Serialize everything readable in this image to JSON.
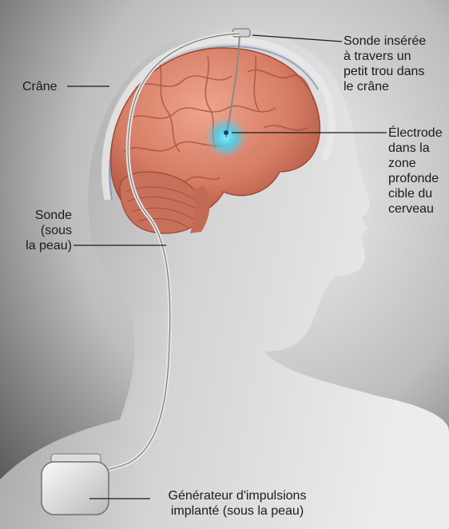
{
  "labels": {
    "sonde_inseree": "Sonde insérée\nà travers un\npetit trou dans\nle crâne",
    "electrode": "Électrode\ndans la\nzone\nprofonde\ncible du\ncerveau",
    "crane": "Crâne",
    "sonde_sous_peau": "Sonde\n(sous\nla peau)",
    "generateur": "Générateur d'impulsions\nimplanté (sous la peau)"
  },
  "colors": {
    "brain": "#d9826b",
    "brain_shadow": "#b35a45",
    "electrode_glow": "#3fd3f5",
    "skin": "#d0d0d0",
    "background_dark": "#545454"
  }
}
